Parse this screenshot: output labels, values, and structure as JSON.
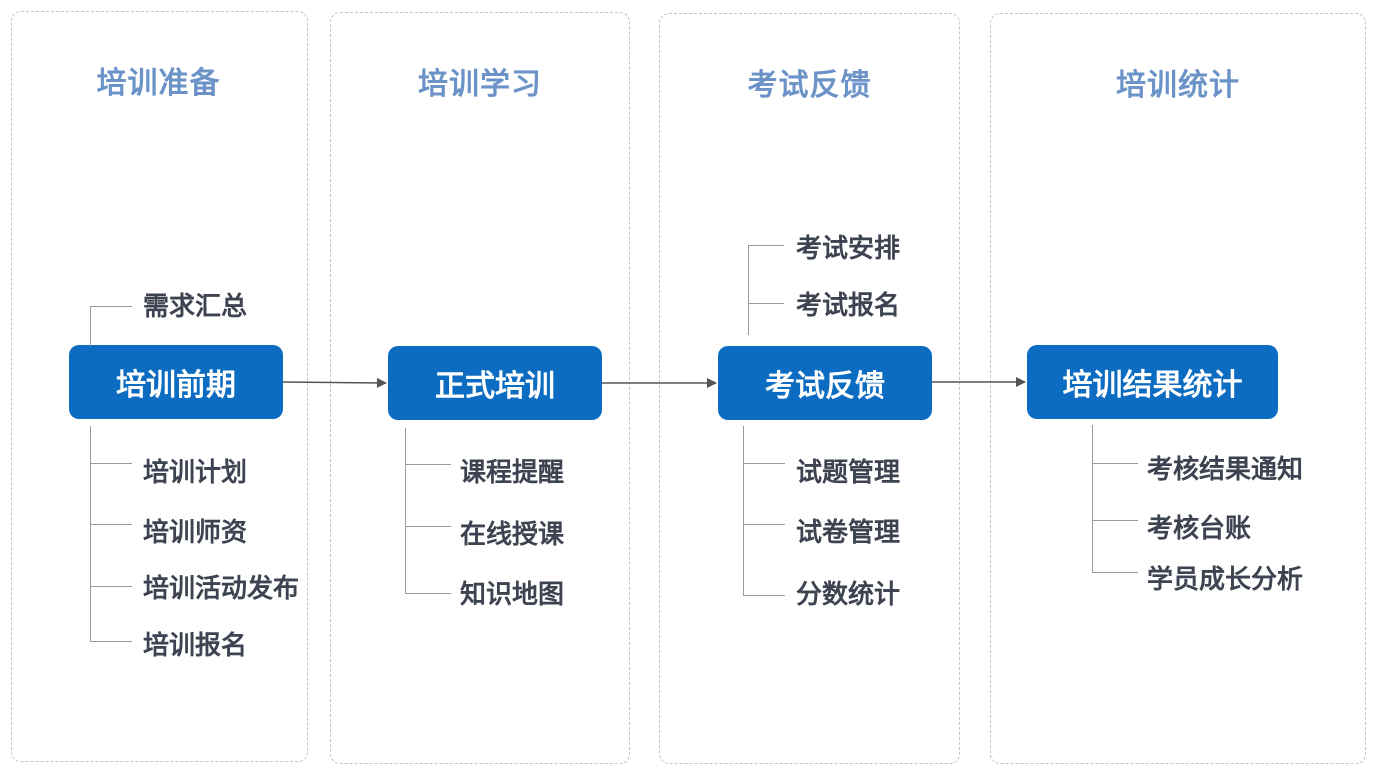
{
  "columns": [
    {
      "title": "培训准备"
    },
    {
      "title": "培训学习"
    },
    {
      "title": "考试反馈"
    },
    {
      "title": "培训统计"
    }
  ],
  "stages": [
    {
      "label": "培训前期",
      "above": [
        "需求汇总"
      ],
      "below": [
        "培训计划",
        "培训师资",
        "培训活动发布",
        "培训报名"
      ]
    },
    {
      "label": "正式培训",
      "above": [],
      "below": [
        "课程提醒",
        "在线授课",
        "知识地图"
      ]
    },
    {
      "label": "考试反馈",
      "above": [
        "考试安排",
        "考试报名"
      ],
      "below": [
        "试题管理",
        "试卷管理",
        "分数统计"
      ]
    },
    {
      "label": "培训结果统计",
      "above": [],
      "below": [
        "考核结果通知",
        "考核台账",
        "学员成长分析"
      ]
    }
  ]
}
